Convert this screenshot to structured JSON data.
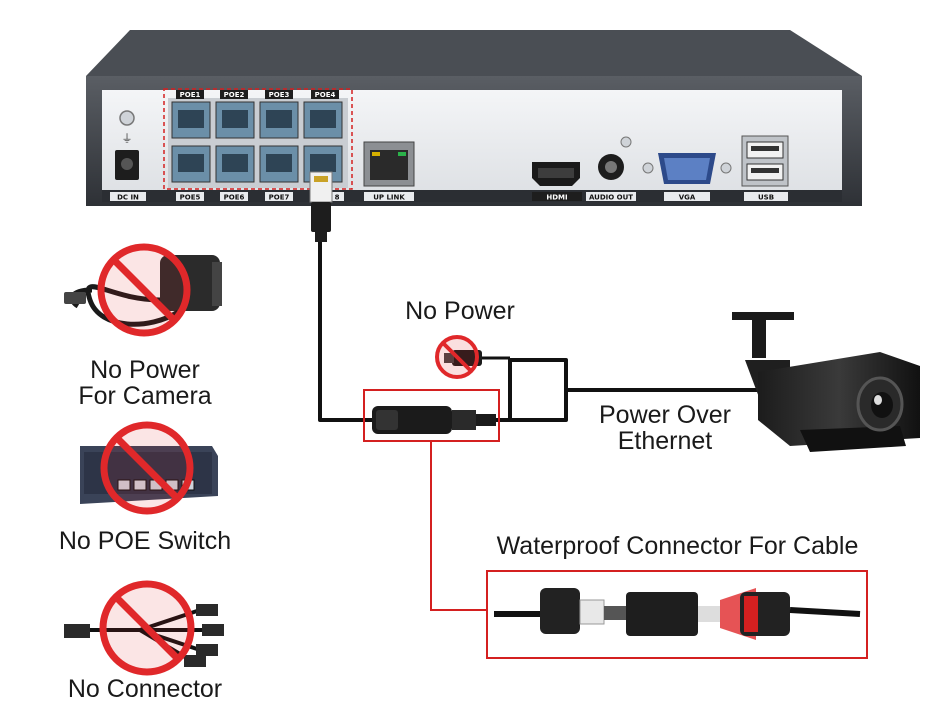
{
  "nvr": {
    "port_labels": {
      "dc_in": "DC IN",
      "poe1": "POE1",
      "poe2": "POE2",
      "poe3": "POE3",
      "poe4": "POE4",
      "poe5": "POE5",
      "poe6": "POE6",
      "poe7": "POE7",
      "poe8": "8",
      "uplink": "UP LINK",
      "hdmi": "HDMI",
      "audio_out": "AUDIO OUT",
      "vga": "VGA",
      "usb": "USB"
    }
  },
  "labels": {
    "no_power": "No Power",
    "poe": [
      "Power Over",
      "Ethernet"
    ],
    "no_power_camera": [
      "No Power",
      "For Camera"
    ],
    "no_poe_switch": "No POE Switch",
    "no_connector": "No Connector",
    "waterproof": "Waterproof Connector For Cable"
  },
  "colors": {
    "highlight_red": "#d42020",
    "prohibit_red": "#e0282a",
    "cable": "#111111",
    "nvr_panel": "#eceef1",
    "nvr_body": "#3a3d42"
  }
}
